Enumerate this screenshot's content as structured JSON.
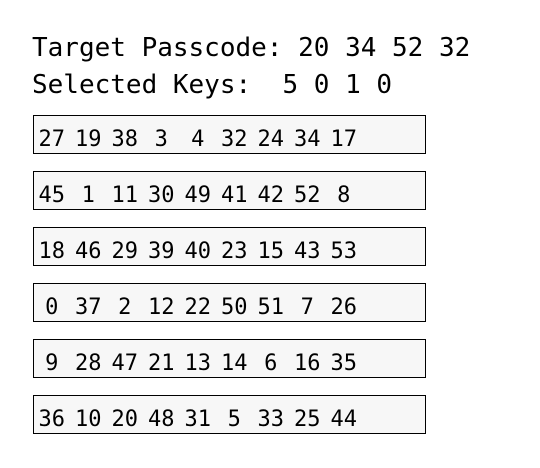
{
  "header": {
    "target_label": "Target Passcode:",
    "target_value": "20 34 52 32",
    "selected_label": "Selected Keys:",
    "selected_value": "5 0 1 0"
  },
  "keypad": {
    "rows": [
      [
        "27",
        "19",
        "38",
        "3",
        "4",
        "32",
        "24",
        "34",
        "17"
      ],
      [
        "45",
        "1",
        "11",
        "30",
        "49",
        "41",
        "42",
        "52",
        "8"
      ],
      [
        "18",
        "46",
        "29",
        "39",
        "40",
        "23",
        "15",
        "43",
        "53"
      ],
      [
        "0",
        "37",
        "2",
        "12",
        "22",
        "50",
        "51",
        "7",
        "26"
      ],
      [
        "9",
        "28",
        "47",
        "21",
        "13",
        "14",
        "6",
        "16",
        "35"
      ],
      [
        "36",
        "10",
        "20",
        "48",
        "31",
        "5",
        "33",
        "25",
        "44"
      ]
    ]
  }
}
